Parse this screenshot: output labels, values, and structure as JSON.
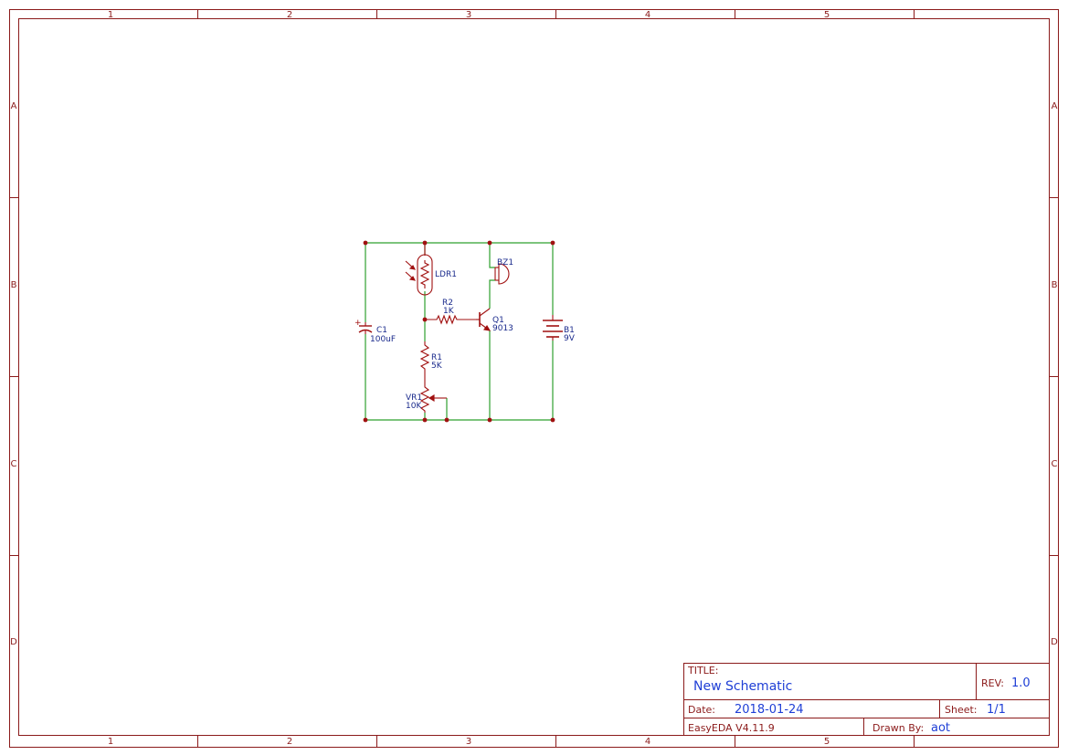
{
  "frame": {
    "column_labels": [
      "1",
      "2",
      "3",
      "4",
      "5"
    ],
    "row_labels": [
      "A",
      "B",
      "C",
      "D"
    ]
  },
  "title_block": {
    "title_label": "TITLE:",
    "title": "New Schematic",
    "rev_label": "REV:",
    "rev": "1.0",
    "date_label": "Date:",
    "date": "2018-01-24",
    "sheet_label": "Sheet:",
    "sheet": "1/1",
    "software": "EasyEDA V4.11.9",
    "drawn_by_label": "Drawn By:",
    "drawn_by": "aot"
  },
  "components": {
    "ldr1": {
      "ref": "LDR1"
    },
    "r2": {
      "ref": "R2",
      "value": "1K"
    },
    "q1": {
      "ref": "Q1",
      "value": "9013"
    },
    "bz1": {
      "ref": "BZ1"
    },
    "c1": {
      "ref": "C1",
      "value": "100uF",
      "polarity": "+"
    },
    "r1": {
      "ref": "R1",
      "value": "5K"
    },
    "vr1": {
      "ref": "VR1",
      "value": "10K"
    },
    "b1": {
      "ref": "B1",
      "value": "9V"
    }
  },
  "colors": {
    "frame": "#8b1a1a",
    "wire": "#2ea02e",
    "component": "#a01010",
    "label": "#1a2a8c",
    "text_blue": "#1f3fd6"
  }
}
